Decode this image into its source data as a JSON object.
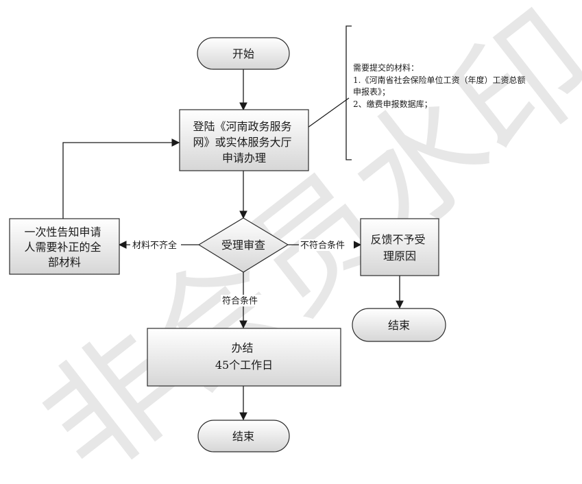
{
  "nodes": {
    "start": {
      "lines": [
        "开始"
      ]
    },
    "apply": {
      "lines": [
        "登陆《河南政务服务",
        "网》或实体服务大厅",
        "申请办理"
      ]
    },
    "review": {
      "lines": [
        "受理审查"
      ]
    },
    "notify": {
      "lines": [
        "一次性告知申请",
        "人需要补正的全",
        "部材料"
      ]
    },
    "feedback": {
      "lines": [
        "反馈不予受",
        "理原因"
      ]
    },
    "end_right": {
      "lines": [
        "结束"
      ]
    },
    "complete": {
      "lines": [
        "办结",
        "45个工作日"
      ]
    },
    "end_bottom": {
      "lines": [
        "结束"
      ]
    }
  },
  "edges": {
    "incomplete": "材料不齐全",
    "not_qualified": "不符合条件",
    "qualified": "符合条件"
  },
  "note": {
    "lines": [
      "需要提交的材料：",
      "1.《河南省社会保险单位工资（年度）工资总额",
      "申报表》；",
      "2、缴费申报数据库；"
    ]
  },
  "watermark": "非会员水印",
  "colors": {
    "box_fill_top": "#ffffff",
    "box_fill_bottom": "#d9d9d9",
    "stroke": "#2b2b2b",
    "watermark": "#d8d8d8"
  }
}
